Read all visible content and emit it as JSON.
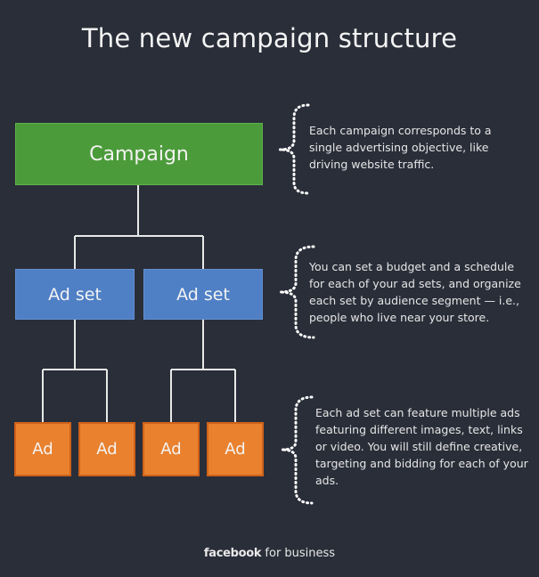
{
  "title": "The new campaign structure",
  "campaign": {
    "label": "Campaign",
    "color": "#4b9b3a"
  },
  "ad_sets": [
    {
      "label": "Ad set"
    },
    {
      "label": "Ad set"
    }
  ],
  "ad_set_color": "#4f7fc5",
  "ads": [
    {
      "label": "Ad"
    },
    {
      "label": "Ad"
    },
    {
      "label": "Ad"
    },
    {
      "label": "Ad"
    }
  ],
  "ad_color": "#e9812e",
  "descriptions": {
    "campaign": "Each campaign corresponds to a single advertising objective, like driving website traffic.",
    "ad_set": "You can set a budget and a schedule for each of your ad sets, and organize each set by audience segment — i.e., people who live near your store.",
    "ad": "Each ad set can feature multiple ads featuring different images, text, links or video. You will still define creative, targeting and bidding for each of your ads."
  },
  "footer": {
    "brand": "facebook",
    "suffix": " for business"
  }
}
